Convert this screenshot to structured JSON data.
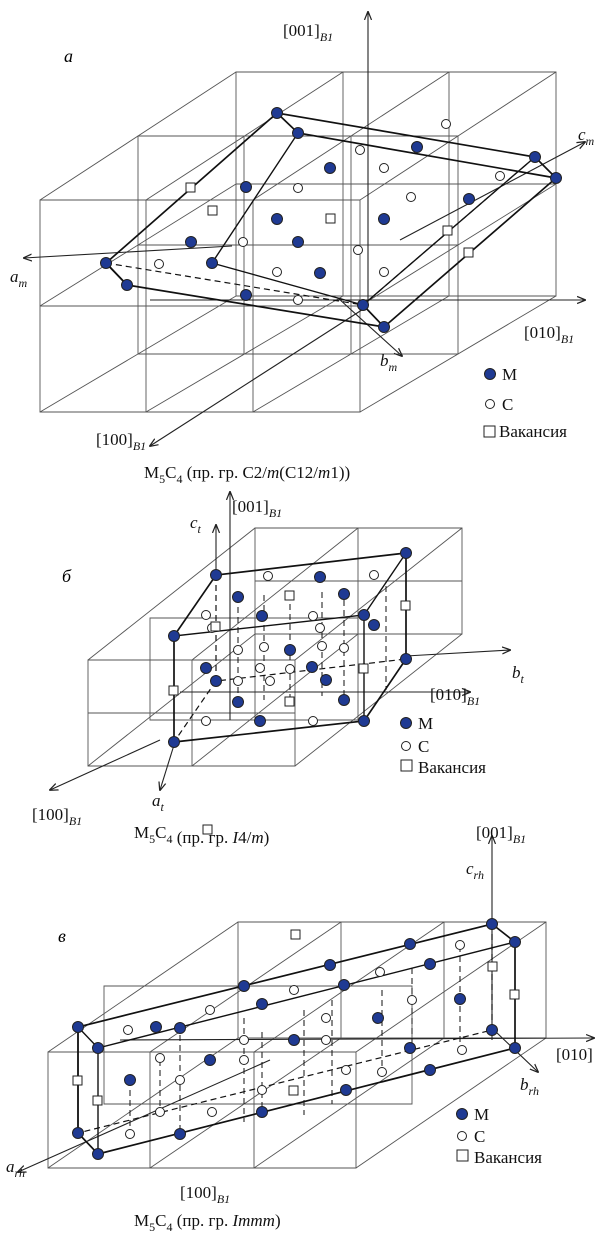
{
  "colors": {
    "metal": "#1f3a93",
    "line": "#222222",
    "open": "#ffffff"
  },
  "panels": [
    {
      "letter": "а",
      "axes": {
        "z": [
          "[001]",
          "B1"
        ],
        "y": [
          "[010]",
          "B1"
        ],
        "x": [
          "[100]",
          "B1"
        ],
        "cell_a": [
          "a",
          "m"
        ],
        "cell_b": [
          "b",
          "m"
        ],
        "cell_c": [
          "c",
          "m"
        ]
      },
      "legend": {
        "metal": "M",
        "carbon": "C",
        "vacancy": "Вакансия"
      },
      "caption": [
        "M",
        "5",
        "C",
        "4",
        " (пр. гр. C2/",
        "m",
        "(C12/",
        "m",
        "1))"
      ]
    },
    {
      "letter": "б",
      "axes": {
        "z": [
          "[001]",
          "B1"
        ],
        "y": [
          "[010]",
          "B1"
        ],
        "x": [
          "[100]",
          "B1"
        ],
        "cell_a": [
          "a",
          "t"
        ],
        "cell_b": [
          "b",
          "t"
        ],
        "cell_c": [
          "c",
          "t"
        ]
      },
      "legend": {
        "metal": "M",
        "carbon": "C",
        "vacancy": "Вакансия"
      },
      "caption": [
        "M",
        "5",
        "C",
        "4",
        "",
        " (пр. гр. ",
        "I",
        "4/",
        "m",
        ")"
      ]
    },
    {
      "letter": "в",
      "axes": {
        "z": [
          "[001]",
          "B1"
        ],
        "y": [
          "[010]",
          ""
        ],
        "x": [
          "[100]",
          "B1"
        ],
        "cell_a": [
          "a",
          "rh"
        ],
        "cell_b": [
          "b",
          "rh"
        ],
        "cell_c": [
          "c",
          "rh"
        ]
      },
      "legend": {
        "metal": "M",
        "carbon": "C",
        "vacancy": "Вакансия"
      },
      "caption": [
        "M",
        "5",
        "C",
        "4",
        " (пр. гр. ",
        "Immm",
        ")"
      ]
    }
  ]
}
